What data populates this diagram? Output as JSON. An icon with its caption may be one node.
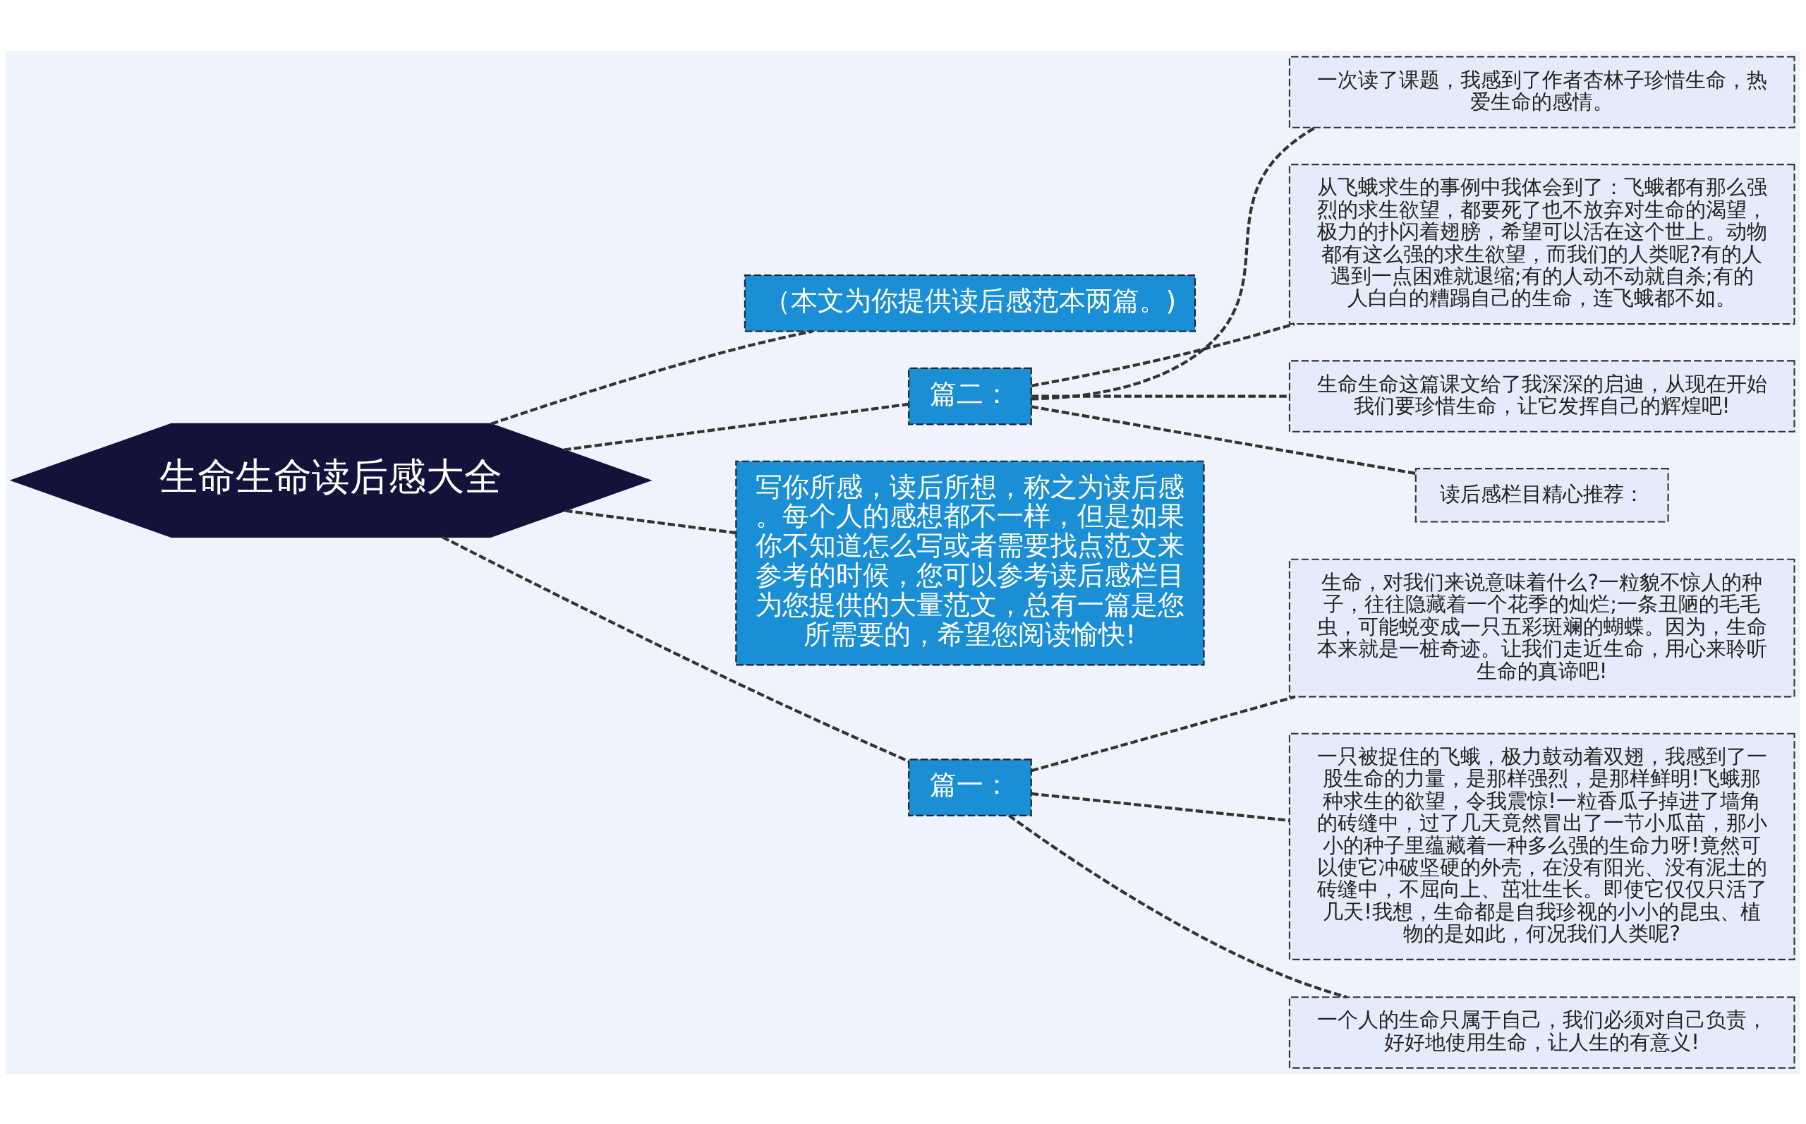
{
  "diagram": {
    "nodes": [
      {
        "text": [
          "生命生命读后感大全"
        ]
      },
      {
        "text": [
          "（本文为你提供读后感范本两篇。)"
        ]
      },
      {
        "text": [
          "篇二："
        ]
      },
      {
        "text": [
          "一次读了课题，我感到了作者杏林子珍惜生命，热爱生命的感情。"
        ]
      },
      {
        "text": [
          "从飞蛾求生的事例中我体会到了：飞蛾都有那么强烈的求生欲望，都要死了也不放弃对生命的渴望，极力的扑闪着翅膀，希望可以活在这个世上。动物都有这么强的求生欲望，而我们的人类呢?有的人遇到一点困难就退缩;有的人动不动就自杀;有的人白白的糟蹋自己的生命，连飞蛾都不如。"
        ]
      },
      {
        "text": [
          "生命生命这篇课文给了我深深的启迪，从现在开始我们要珍惜生命，让它发挥自己的辉煌吧!"
        ]
      },
      {
        "text": [
          "读后感栏目精心推荐："
        ]
      },
      {
        "text": [
          "写你所感，读后所想，称之为读后感。每个人的感想都不一样，但是如果你不知道怎么写或者需要找点范文来参考的时候，您可以参考读后感栏目为您提供的大量范文，总有一篇是您所需要的，希望您阅读愉快!"
        ]
      },
      {
        "text": [
          "篇一："
        ]
      },
      {
        "text": [
          "生命，对我们来说意味着什么?一粒貌不惊人的种子，往往隐藏着一个花季的灿烂;一条丑陋的毛毛虫，可能蜕变成一只五彩斑斓的蝴蝶。因为，生命本来就是一桩奇迹。让我们走近生命，用心来聆听生命的真谛吧!"
        ]
      },
      {
        "text": [
          "一只被捉住的飞蛾，极力鼓动着双翅，我感到了一股生命的力量，是那样强烈，是那样鲜明!飞蛾那种求生的欲望，令我震惊!一粒香瓜子掉进了墙角的砖缝中，过了几天竟然冒出了一节小瓜苗，那小小的种子里蕴藏着一种多么强的生命力呀!竟然可以使它冲破坚硬的外壳，在没有阳光、没有泥土的砖缝中，不屈向上、茁壮生长。即使它仅仅只活了几天!我想，生命都是自我珍视的小小的昆虫、植物的是如此，何况我们人类呢?"
        ]
      },
      {
        "text": [
          "一个人的生命只属于自己，我们必须对自己负责，好好地使用生命，让人生的有意义!"
        ]
      }
    ],
    "edges": [
      {
        "from": 0,
        "to": 1,
        "arrow": "none",
        "style": "dashed"
      },
      {
        "from": 0,
        "to": 2,
        "arrow": "none",
        "style": "dashed"
      },
      {
        "from": 2,
        "to": 3,
        "arrow": "none",
        "style": "dashed"
      },
      {
        "from": 2,
        "to": 4,
        "arrow": "none",
        "style": "dashed"
      },
      {
        "from": 2,
        "to": 5,
        "arrow": "none",
        "style": "dashed"
      },
      {
        "from": 2,
        "to": 6,
        "arrow": "none",
        "style": "dashed"
      },
      {
        "from": 0,
        "to": 7,
        "arrow": "none",
        "style": "dashed"
      },
      {
        "from": 0,
        "to": 8,
        "arrow": "none",
        "style": "dashed"
      },
      {
        "from": 8,
        "to": 9,
        "arrow": "none",
        "style": "dashed"
      },
      {
        "from": 8,
        "to": 10,
        "arrow": "none",
        "style": "dashed"
      },
      {
        "from": 8,
        "to": 11,
        "arrow": "none",
        "style": "dashed"
      }
    ]
  }
}
